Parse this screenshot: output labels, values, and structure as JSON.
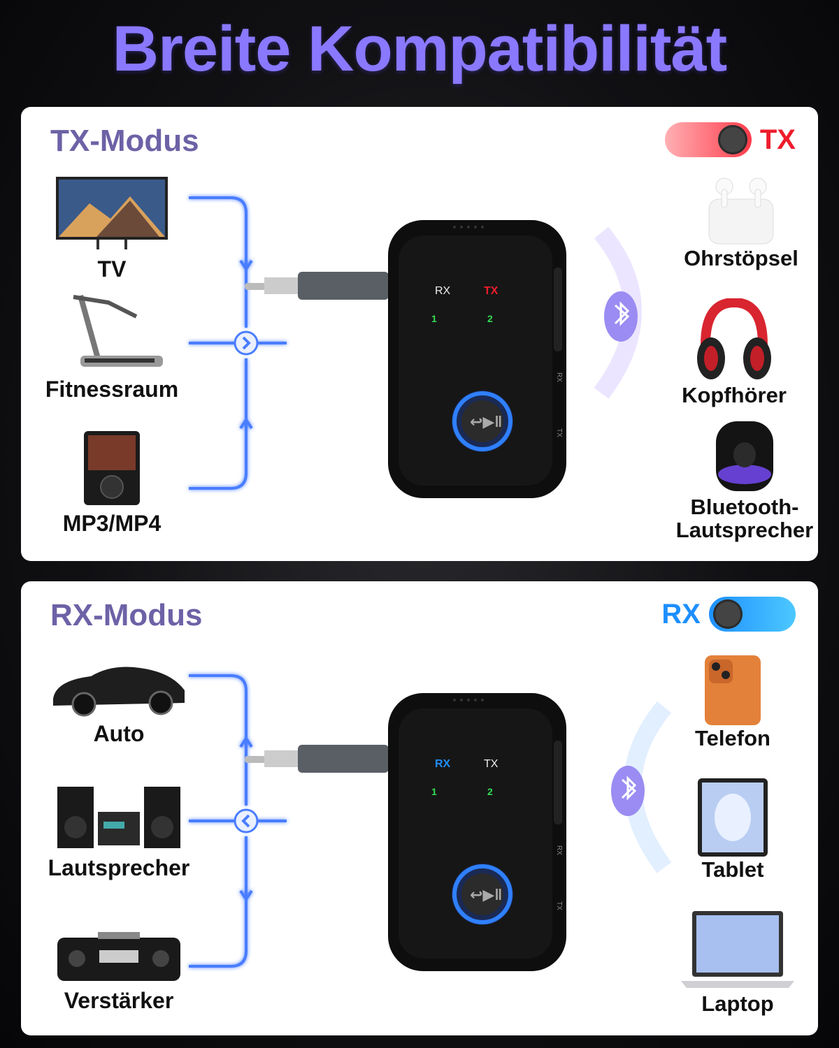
{
  "title": "Breite Kompatibilität",
  "tx_panel": {
    "mode_title": "TX-Modus",
    "toggle_label": "TX",
    "sources": [
      {
        "label": "TV",
        "icon": "tv-icon"
      },
      {
        "label": "Fitnessraum",
        "icon": "treadmill-icon"
      },
      {
        "label": "MP3/MP4",
        "icon": "mp3-player-icon"
      }
    ],
    "targets": [
      {
        "label": "Ohrstöpsel",
        "icon": "earbuds-icon"
      },
      {
        "label": "Kopfhörer",
        "icon": "headphones-icon"
      },
      {
        "label": "Bluetooth-",
        "label2": "Lautsprecher",
        "icon": "speaker-icon"
      }
    ],
    "device": {
      "rx_label": "RX",
      "tx_label": "TX",
      "slot1": "1",
      "slot2": "2",
      "side_rx": "RX",
      "side_tx": "TX"
    }
  },
  "rx_panel": {
    "mode_title": "RX-Modus",
    "toggle_label": "RX",
    "sources": [
      {
        "label": "Auto",
        "icon": "car-icon"
      },
      {
        "label": "Lautsprecher",
        "icon": "stereo-system-icon"
      },
      {
        "label": "Verstärker",
        "icon": "amplifier-icon"
      }
    ],
    "targets": [
      {
        "label": "Telefon",
        "icon": "phone-icon"
      },
      {
        "label": "Tablet",
        "icon": "tablet-icon"
      },
      {
        "label": "Laptop",
        "icon": "laptop-icon"
      }
    ],
    "device": {
      "rx_label": "RX",
      "tx_label": "TX",
      "slot1": "1",
      "slot2": "2",
      "side_rx": "RX",
      "side_tx": "TX"
    }
  },
  "colors": {
    "title": "#8a78ff",
    "mode_title": "#6c62a6",
    "tx_red": "#ee1c2c",
    "rx_blue": "#1e8fff",
    "flow_blue": "#4a7dff"
  }
}
